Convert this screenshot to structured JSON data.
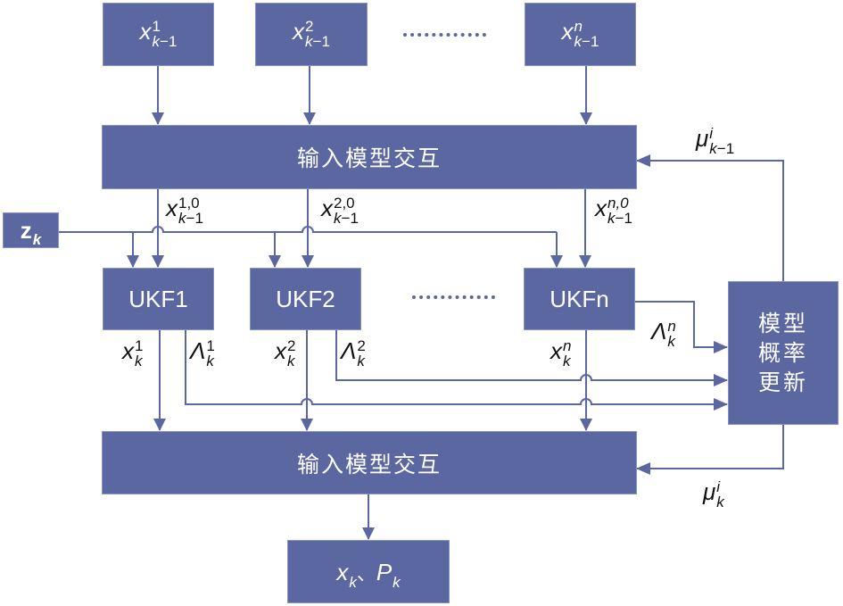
{
  "diagram": {
    "title": "IMM-UKF algorithm flow",
    "colors": {
      "box_fill": "#5b67a0",
      "box_text": "#ffffff",
      "line": "#5b67a0",
      "label_text": "#111111"
    },
    "inputs": [
      {
        "base": "x",
        "sup": "1",
        "sub": "k−1"
      },
      {
        "base": "x",
        "sup": "2",
        "sub": "k−1"
      },
      {
        "base": "x",
        "sup": "n",
        "sub": "k−1"
      }
    ],
    "ellipsis": "............",
    "interaction_top": "输入模型交互",
    "interaction_bottom": "输入模型交互",
    "measurement": {
      "base": "z",
      "sub": "k"
    },
    "mixed_states": [
      {
        "base": "x",
        "sup": "1,0",
        "sub": "k−1"
      },
      {
        "base": "x",
        "sup": "2,0",
        "sub": "k−1"
      },
      {
        "base": "x",
        "sup": "n,0",
        "sub": "k−1"
      }
    ],
    "filters": [
      "UKF1",
      "UKF2",
      "UKFn"
    ],
    "filter_states": [
      {
        "base": "x",
        "sup": "1",
        "sub": "k"
      },
      {
        "base": "x",
        "sup": "2",
        "sub": "k"
      },
      {
        "base": "x",
        "sup": "n",
        "sub": "k"
      }
    ],
    "likelihoods": [
      {
        "base": "Λ",
        "sup": "1",
        "sub": "k"
      },
      {
        "base": "Λ",
        "sup": "2",
        "sub": "k"
      },
      {
        "base": "Λ",
        "sup": "n",
        "sub": "k"
      }
    ],
    "prob_update": [
      "模型",
      "概率",
      "更新"
    ],
    "mu_prev": {
      "base": "μ",
      "sup": "i",
      "sub": "k−1"
    },
    "mu_curr": {
      "base": "μ",
      "sup": "i",
      "sub": "k"
    },
    "output": {
      "x": "x",
      "x_sub": "k",
      "sep": "、",
      "p": "P",
      "p_sub": "k"
    }
  }
}
